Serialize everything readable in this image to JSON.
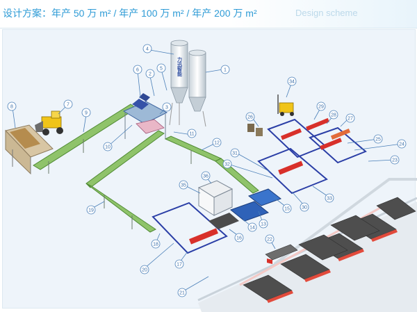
{
  "header": {
    "title": "设计方案：年产 50 万 m² / 年产 100 万 m² / 年产 200 万 m²",
    "subtitle": "Design scheme"
  },
  "silo_brand": "力迅智能",
  "callouts": [
    "1",
    "2",
    "3",
    "4",
    "5",
    "6",
    "7",
    "8",
    "9",
    "10",
    "11",
    "12",
    "13",
    "14",
    "15",
    "16",
    "17",
    "18",
    "19",
    "20",
    "21",
    "22",
    "23",
    "24",
    "25",
    "26",
    "27",
    "28",
    "29",
    "30",
    "31",
    "32",
    "33",
    "34",
    "35",
    "36"
  ],
  "colors": {
    "title": "#2e9bd6",
    "callout_line": "#4a7fb8",
    "conveyor": "#8fc36a",
    "conveyor_edge": "#4f8a33",
    "pallet_blue": "#2f62b8",
    "machine_red": "#d8302a",
    "highlight_frame": "#2a3ea6",
    "stacker_yellow": "#f0c419"
  }
}
